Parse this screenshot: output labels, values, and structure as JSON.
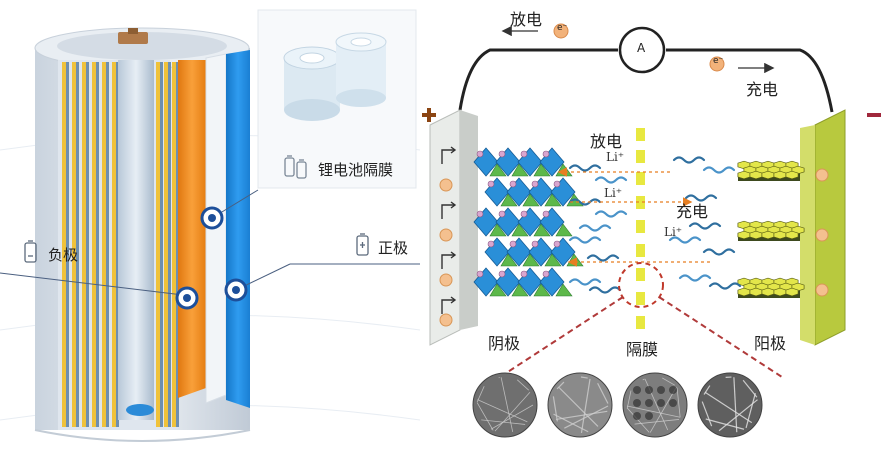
{
  "left": {
    "separator_label": "锂电池隔膜",
    "negative_label": "负极",
    "positive_label": "正极",
    "plus_symbol": "+"
  },
  "right": {
    "discharge_top": "放电",
    "charge_top": "充电",
    "ammeter": "A",
    "plus_terminal": "+",
    "minus_terminal": "−",
    "discharge_mid": "放电",
    "charge_mid": "充电",
    "li_ion_1": "Li⁺",
    "li_ion_2": "Li⁺",
    "li_ion_3": "Li⁺",
    "anode_label": "阴极",
    "separator_label": "隔膜",
    "cathode_label": "阳极",
    "electron": "e⁻"
  },
  "colors": {
    "battery_shell": "#dfe6ee",
    "blue_electrode": "#1e8ae0",
    "orange_electrode": "#f28a1a",
    "yellow_strip": "#f0c23a",
    "anode_plate": "#d8dcd8",
    "cathode_plate": "#b6c83c",
    "crystal_blue": "#2a8fd8",
    "crystal_green": "#5db84a",
    "hex_yellow": "#e3e64a",
    "separator_yellow": "#e8e840",
    "ring_red": "#c0392b"
  }
}
